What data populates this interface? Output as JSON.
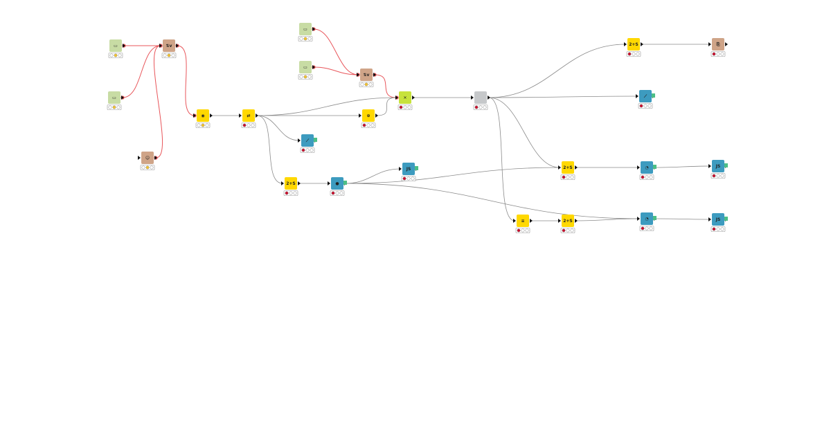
{
  "colors": {
    "source": "#c8dca4",
    "manipulator": "#ffd800",
    "control": "#cfa488",
    "visualizer": "#3d9bbf",
    "learner": "#c7e23c",
    "metanode": "#c6c8ca",
    "flow_link": "#e8555a",
    "data_link": "#8a8a8a",
    "status_red": "#c8102e",
    "status_yellow": "#f1c232",
    "status_idle": "#ffffff"
  },
  "nodes": [
    {
      "id": "n1",
      "icon": "file-reader-icon",
      "category": "source",
      "glyph": "▭",
      "status": "yellow"
    },
    {
      "id": "n2",
      "icon": "file-reader-icon",
      "category": "source",
      "glyph": "▭",
      "status": "yellow"
    },
    {
      "id": "n3",
      "icon": "variable-loop-icon",
      "category": "control",
      "glyph": "⇅v",
      "status": "yellow"
    },
    {
      "id": "n4",
      "icon": "variable-creator-icon",
      "category": "control",
      "glyph": "☺",
      "status": "yellow"
    },
    {
      "id": "n5",
      "icon": "python-script-icon",
      "category": "manipulator",
      "glyph": "◉",
      "status": "yellow"
    },
    {
      "id": "n6",
      "icon": "column-filter-icon",
      "category": "manipulator",
      "glyph": "⇄",
      "status": "red"
    },
    {
      "id": "n7",
      "icon": "table-reader-icon",
      "category": "source",
      "glyph": "▭",
      "status": "yellow"
    },
    {
      "id": "n8",
      "icon": "table-reader-icon",
      "category": "source",
      "glyph": "▭",
      "status": "yellow"
    },
    {
      "id": "n9",
      "icon": "variable-loop-icon",
      "category": "control",
      "glyph": "⇅v",
      "status": "yellow"
    },
    {
      "id": "n10",
      "icon": "learner-icon",
      "category": "learner",
      "glyph": "✕",
      "status": "red"
    },
    {
      "id": "n11",
      "icon": "joiner-icon",
      "category": "manipulator",
      "glyph": "⊕",
      "status": "red"
    },
    {
      "id": "n12",
      "icon": "line-plot-icon",
      "category": "visualizer",
      "glyph": "⟋",
      "status": "red"
    },
    {
      "id": "n13",
      "icon": "string-manipulation-icon",
      "category": "manipulator",
      "glyph": "2+S",
      "status": "red"
    },
    {
      "id": "n14",
      "icon": "color-manager-icon",
      "category": "visualizer",
      "glyph": "●",
      "status": "red"
    },
    {
      "id": "n15",
      "icon": "javascript-view-icon",
      "category": "visualizer",
      "glyph": "JS",
      "status": "red"
    },
    {
      "id": "n16",
      "icon": "metanode-icon",
      "category": "metanode",
      "glyph": "",
      "status": "red"
    },
    {
      "id": "n17",
      "icon": "string-manipulation-icon",
      "category": "manipulator",
      "glyph": "2+S",
      "status": "red"
    },
    {
      "id": "n18",
      "icon": "table-writer-icon",
      "category": "control",
      "glyph": "⎘",
      "status": "red"
    },
    {
      "id": "n19",
      "icon": "line-plot-icon",
      "category": "visualizer",
      "glyph": "⟋",
      "status": "red"
    },
    {
      "id": "n20",
      "icon": "string-manipulation-icon",
      "category": "manipulator",
      "glyph": "2+S",
      "status": "red"
    },
    {
      "id": "n21",
      "icon": "pie-chart-icon",
      "category": "visualizer",
      "glyph": "◔",
      "status": "red"
    },
    {
      "id": "n22",
      "icon": "javascript-view-icon",
      "category": "visualizer",
      "glyph": "JS",
      "status": "red"
    },
    {
      "id": "n23",
      "icon": "sorter-icon",
      "category": "manipulator",
      "glyph": "≡",
      "status": "red"
    },
    {
      "id": "n24",
      "icon": "string-manipulation-icon",
      "category": "manipulator",
      "glyph": "2+S",
      "status": "red"
    },
    {
      "id": "n25",
      "icon": "pie-chart-icon",
      "category": "visualizer",
      "glyph": "◔",
      "status": "red"
    },
    {
      "id": "n26",
      "icon": "javascript-view-icon",
      "category": "visualizer",
      "glyph": "JS",
      "status": "red"
    }
  ],
  "links": [
    {
      "from": "n1",
      "to": "n3",
      "kind": "flow"
    },
    {
      "from": "n2",
      "to": "n3",
      "kind": "flow"
    },
    {
      "from": "n4",
      "to": "n3",
      "kind": "flow"
    },
    {
      "from": "n3",
      "to": "n5",
      "kind": "flow"
    },
    {
      "from": "n7",
      "to": "n9",
      "kind": "flow"
    },
    {
      "from": "n8",
      "to": "n9",
      "kind": "flow"
    },
    {
      "from": "n9",
      "to": "n10",
      "kind": "flow"
    },
    {
      "from": "n5",
      "to": "n6",
      "kind": "data"
    },
    {
      "from": "n6",
      "to": "n10",
      "kind": "data"
    },
    {
      "from": "n6",
      "to": "n11",
      "kind": "data"
    },
    {
      "from": "n6",
      "to": "n12",
      "kind": "data"
    },
    {
      "from": "n6",
      "to": "n13",
      "kind": "data"
    },
    {
      "from": "n11",
      "to": "n10",
      "kind": "data"
    },
    {
      "from": "n13",
      "to": "n14",
      "kind": "data"
    },
    {
      "from": "n14",
      "to": "n15",
      "kind": "data"
    },
    {
      "from": "n14",
      "to": "n20",
      "kind": "data"
    },
    {
      "from": "n14",
      "to": "n25",
      "kind": "data"
    },
    {
      "from": "n10",
      "to": "n16",
      "kind": "data"
    },
    {
      "from": "n16",
      "to": "n17",
      "kind": "data"
    },
    {
      "from": "n17",
      "to": "n18",
      "kind": "data"
    },
    {
      "from": "n16",
      "to": "n19",
      "kind": "data"
    },
    {
      "from": "n16",
      "to": "n20",
      "kind": "data"
    },
    {
      "from": "n16",
      "to": "n23",
      "kind": "data"
    },
    {
      "from": "n20",
      "to": "n21",
      "kind": "data"
    },
    {
      "from": "n21",
      "to": "n22",
      "kind": "data"
    },
    {
      "from": "n23",
      "to": "n24",
      "kind": "data"
    },
    {
      "from": "n24",
      "to": "n25",
      "kind": "data"
    },
    {
      "from": "n25",
      "to": "n26",
      "kind": "data"
    }
  ]
}
